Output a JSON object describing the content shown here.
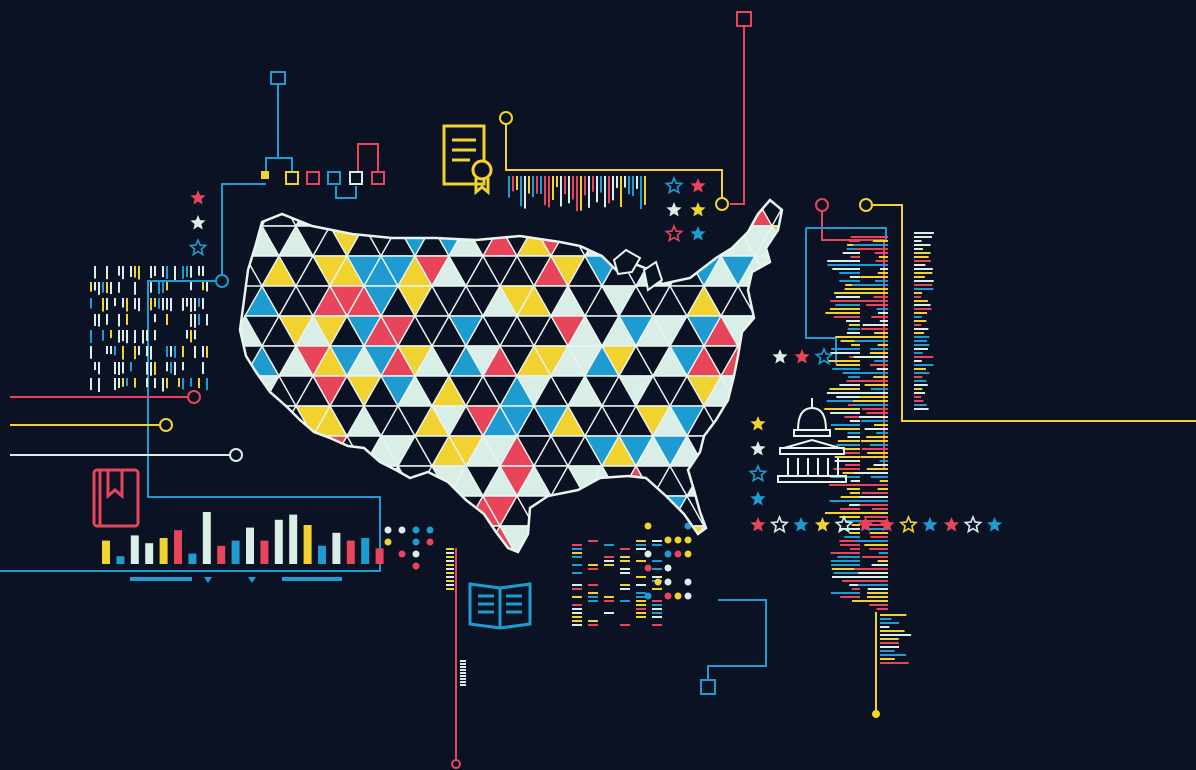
{
  "palette": {
    "background": "#0b1224",
    "red": "#e8445a",
    "yellow": "#f2d22e",
    "blue": "#1e9bd1",
    "mint": "#d9eee6",
    "navy": "#0b1224",
    "outline": "#e8f4ef"
  },
  "map": {
    "name": "united-states-map",
    "pattern": "triangle-mosaic",
    "colors": [
      "red",
      "yellow",
      "blue",
      "mint",
      "navy"
    ]
  },
  "icons": [
    "certificate-icon",
    "capitol-building-icon",
    "book-icon",
    "open-book-icon",
    "star-icon"
  ],
  "chart_data": {
    "type": "bar",
    "categories": [],
    "values": [
      0.45,
      0.15,
      0.55,
      0.4,
      0.5,
      0.65,
      0.2,
      1.0,
      0.35,
      0.45,
      0.7,
      0.45,
      0.85,
      0.95,
      0.75,
      0.35,
      0.6,
      0.45,
      0.5,
      0.3
    ]
  },
  "star_rows": {
    "bottom_row": [
      "red",
      "mint",
      "blue",
      "yellow",
      "mint",
      "red",
      "red",
      "yellow",
      "blue",
      "red",
      "mint",
      "blue"
    ],
    "left_column": [
      "red",
      "mint",
      "blue"
    ],
    "capitol_column": [
      "yellow",
      "mint",
      "blue",
      "blue"
    ],
    "top_grid": [
      "blue",
      "red",
      "mint",
      "yellow",
      "red",
      "blue"
    ],
    "right_row": [
      "mint",
      "red",
      "blue"
    ]
  }
}
